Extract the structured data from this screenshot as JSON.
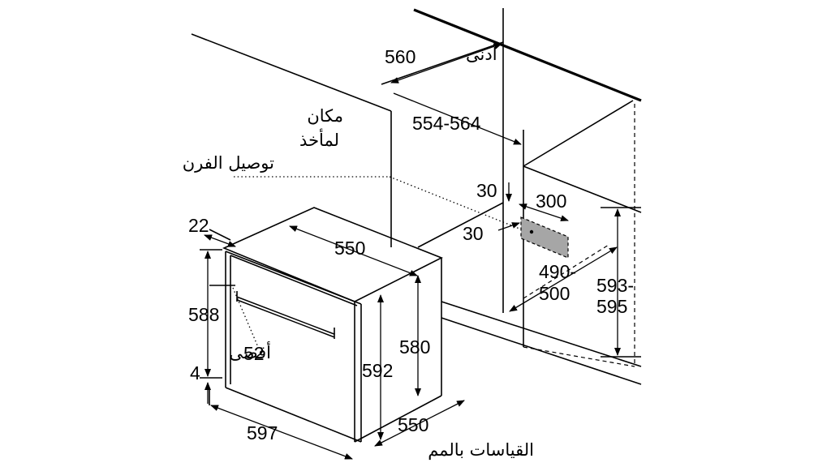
{
  "colors": {
    "line": "#000000",
    "socket_fill": "#a6a6a6",
    "background": "#ffffff"
  },
  "labels": {
    "min_word": "أدنى",
    "min_value": "560",
    "niche_depth": "554-564",
    "socket_line1": "مكان",
    "socket_line2": "لمأخذ",
    "socket_line3": "توصيل الفرن",
    "socket_top_offset": "30",
    "socket_width": "300",
    "socket_side_offset": "30",
    "niche_width_1": "490-",
    "niche_width_2": "500",
    "niche_height_1": "593-",
    "niche_height_2": "595",
    "oven_top_depth": "550",
    "front_thickness": "22",
    "front_height": "588",
    "bottom_gap": "4",
    "handle_max_value": "52",
    "handle_max_word": "أقصى",
    "body_height": "592",
    "side_height": "580",
    "front_width": "597",
    "body_depth": "550",
    "units_note": "القياسات بالمم"
  }
}
